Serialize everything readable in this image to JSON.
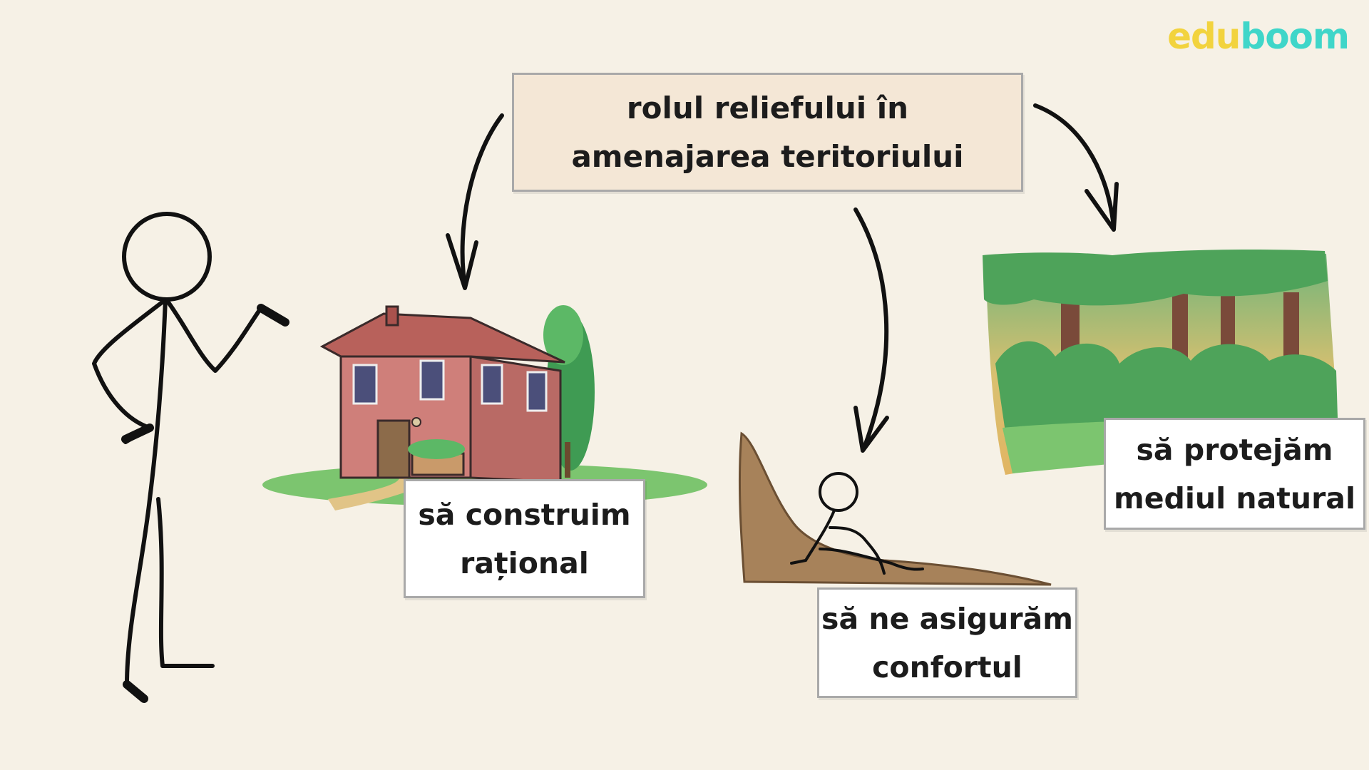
{
  "brand": {
    "part1": "edu",
    "part2": "boom"
  },
  "diagram": {
    "title": "rolul reliefului în amenajarea teritoriului",
    "branches": [
      {
        "label_line1": "să construim",
        "label_line2": "rațional",
        "illustration": "house-icon"
      },
      {
        "label_line1": "să ne asigurăm",
        "label_line2": "confortul",
        "illustration": "resting-person-icon"
      },
      {
        "label_line1": "să protejăm",
        "label_line2": "mediul natural",
        "illustration": "forest-icon"
      }
    ]
  },
  "colors": {
    "background": "#f6f1e6",
    "title_box": "#f4e7d6",
    "label_box": "#ffffff",
    "logo_yellow": "#f2d33e",
    "logo_teal": "#3fd6c9",
    "house_wall": "#cf7f7a",
    "roof": "#b8615b",
    "grass": "#7cc56f",
    "tree_dark": "#3f9b53",
    "soil": "#a7825a"
  }
}
